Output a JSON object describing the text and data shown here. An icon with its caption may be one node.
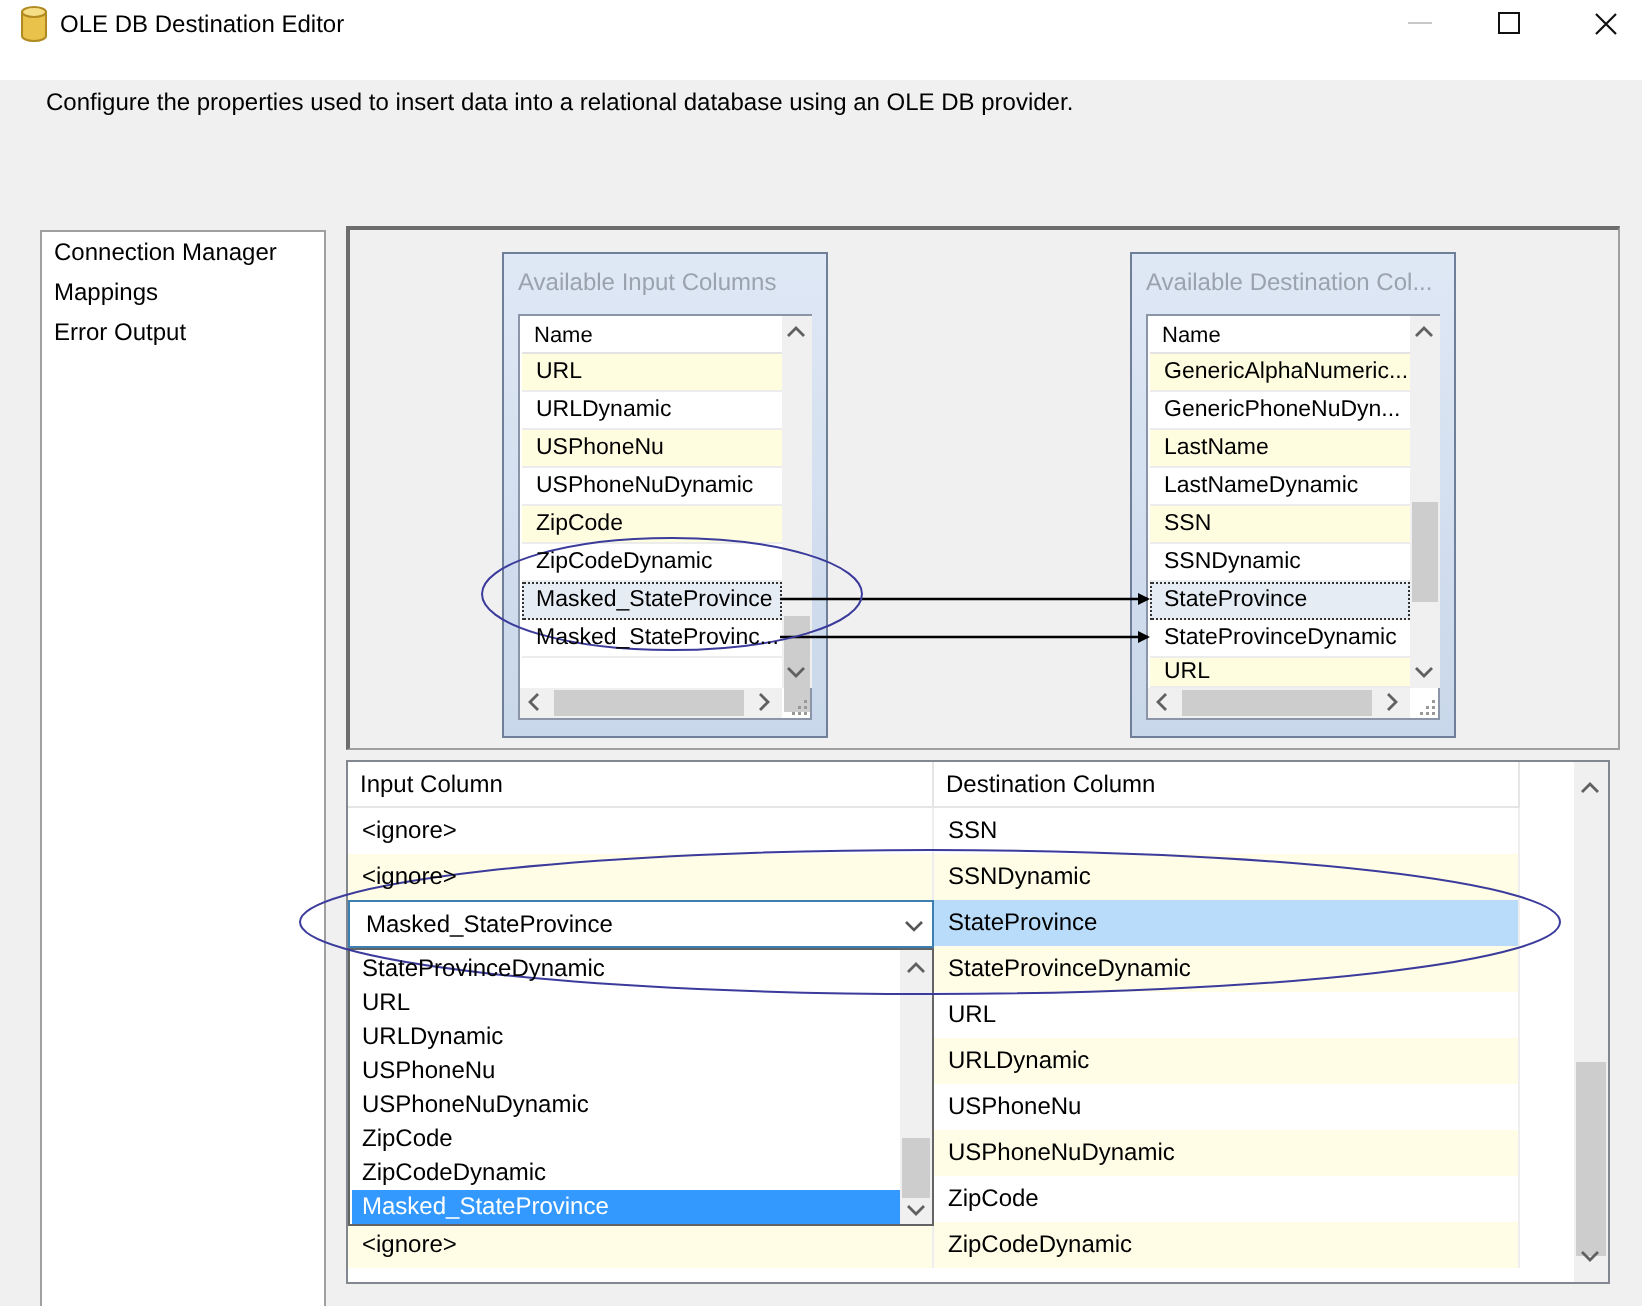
{
  "diagram": {
    "title": "OLE DB Destination Editor",
    "nodes": [
      {
        "text": [
          "Available Input Columns",
          "Name"
        ]
      },
      {
        "text": [
          "URL"
        ],
        "in": 0
      },
      {
        "text": [
          "URLDynamic"
        ],
        "in": 0
      },
      {
        "text": [
          "USPhoneNu"
        ],
        "in": 0
      },
      {
        "text": [
          "USPhoneNuDynamic"
        ],
        "in": 0
      },
      {
        "text": [
          "ZipCode"
        ],
        "in": 0
      },
      {
        "text": [
          "ZipCodeDynamic"
        ],
        "in": 0
      },
      {
        "text": [
          "Masked_StateProvince"
        ],
        "in": 0
      },
      {
        "text": [
          "Masked_StateProvinc..."
        ],
        "in": 0
      },
      {
        "text": [
          "Available Destination Col...",
          "Name"
        ]
      },
      {
        "text": [
          "GenericAlphaNumeric..."
        ],
        "in": 9
      },
      {
        "text": [
          "GenericPhoneNuDyn..."
        ],
        "in": 9
      },
      {
        "text": [
          "LastName"
        ],
        "in": 9
      },
      {
        "text": [
          "LastNameDynamic"
        ],
        "in": 9
      },
      {
        "text": [
          "SSN"
        ],
        "in": 9
      },
      {
        "text": [
          "SSNDynamic"
        ],
        "in": 9
      },
      {
        "text": [
          "StateProvince"
        ],
        "in": 9
      },
      {
        "text": [
          "StateProvinceDynamic"
        ],
        "in": 9
      },
      {
        "text": [
          "URL"
        ],
        "in": 9
      }
    ],
    "edges": [
      {
        "from": 7,
        "to": 16,
        "arrow": "to"
      },
      {
        "from": 8,
        "to": 17,
        "arrow": "to"
      }
    ],
    "labels": [
      "Configure the properties used to insert data into a relational database using an OLE DB provider.",
      "Connection Manager",
      "Mappings",
      "Error Output",
      "Input Column",
      "Destination Column",
      "<ignore>",
      "SSN",
      "<ignore>",
      "SSNDynamic",
      "Masked_StateProvince",
      "StateProvince",
      "StateProvinceDynamic",
      "URL",
      "URLDynamic",
      "USPhoneNu",
      "USPhoneNuDynamic",
      "ZipCode",
      "ZipCodeDynamic",
      "Masked_StateProvince",
      "StateProvinceDynamic",
      "URL",
      "URLDynamic",
      "USPhoneNu",
      "USPhoneNuDynamic",
      "ZipCode",
      "<ignore>",
      "ZipCodeDynamic"
    ]
  }
}
